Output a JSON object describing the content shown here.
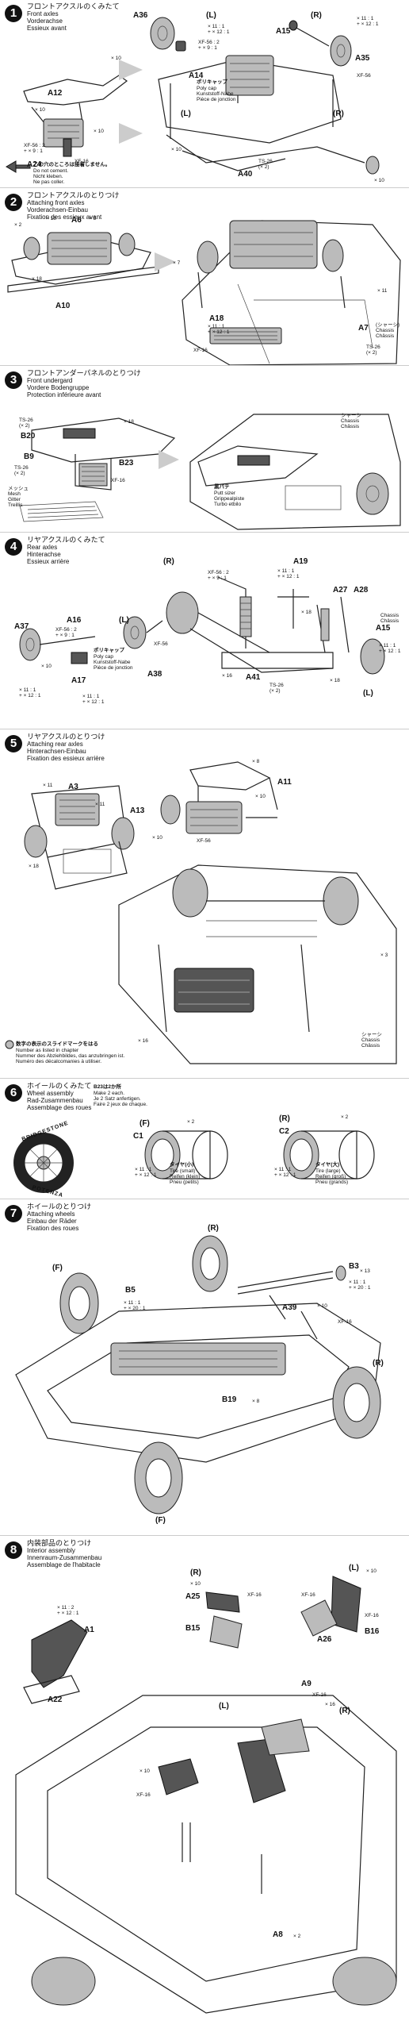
{
  "steps": [
    {
      "num": "1",
      "jp": "フロントアクスルのくみたて",
      "en": "Front axles",
      "de": "Vorderachse",
      "fr": "Essieux avant",
      "parts": [
        "A36",
        "A15",
        "A35",
        "A14",
        "A12",
        "A24",
        "A40"
      ],
      "sides": [
        "(L)",
        "(R)",
        "(L)",
        "(R)"
      ],
      "notes": {
        "cap_jp": "ポリキャップ",
        "cap": "Poly cap\nKunststoff-Nabe\nPièce de jonction",
        "s1": "× 11 : 1\n+ × 12 : 1",
        "s2": "XF-56 : 2\n+ × 9 : 1",
        "s3": "× 10",
        "s4": "XF-16",
        "s5": "XF-56 : 2\n+ × 9 : 1",
        "s6": "× 10",
        "s7": "× 10",
        "s8": "× 11 : 1\n+ × 12 : 1",
        "s9": "XF-56",
        "s10": "TS-26\n(× 2)",
        "s11": "× 10",
        "s12": "× 10"
      },
      "warn_jp": "この穴のところは接着しません。",
      "warn": "Do not cement.\nNicht kleben.\nNe pas coller."
    },
    {
      "num": "2",
      "jp": "フロントアクスルのとりつけ",
      "en": "Attaching front axles",
      "de": "Vorderachsen-Einbau",
      "fr": "Fixation des essieux avant",
      "parts": [
        "A6",
        "A10",
        "A18",
        "A7"
      ],
      "notes": {
        "s1": "× 2",
        "s2": "× 18",
        "s3": "× 5",
        "s4": "× 18",
        "s5": "× 7",
        "s6": "× 11",
        "s7": "× 11 : 1\n+ × 12 : 1",
        "s8": "XF-16",
        "chassis": "(シャーシ)\nChassis\nChâssis",
        "s9": "TS-26\n(× 2)"
      }
    },
    {
      "num": "3",
      "jp": "フロントアンダーパネルのとりつけ",
      "en": "Front undergard",
      "de": "Vordere Bodengruppe",
      "fr": "Protection inférieure avant",
      "parts": [
        "B20",
        "B9",
        "B23"
      ],
      "notes": {
        "chassis": "シャーシ\nChassis\nChâssis",
        "s1": "× 18",
        "s2": "TS-26\n(× 2)",
        "s3": "TS-26\n(× 2)",
        "s4": "XF-16",
        "mesh": "メッシュ\nMesh\nGitter\nTreillis",
        "putty_jp": "黒パテ",
        "putty": "Putt sizer\nGrippealpiste\nTurbo etbilo"
      }
    },
    {
      "num": "4",
      "jp": "リヤアクスルのくみたて",
      "en": "Rear axles",
      "de": "Hinterachse",
      "fr": "Essieux arrière",
      "parts": [
        "A19",
        "A27",
        "A28",
        "A16",
        "A37",
        "A15",
        "A17",
        "A38",
        "A41"
      ],
      "sides": [
        "(R)",
        "(L)",
        "(L)"
      ],
      "notes": {
        "cap_jp": "ポリキャップ",
        "cap": "Poly cap\nKunststoff-Nabe\nPièce de jonction",
        "s1": "XF-56 : 2\n+ × 9 : 1",
        "s2": "× 11 : 1\n+ × 12 : 1",
        "s3": "XF-56 : 2\n+ × 9 : 1",
        "s4": "× 10",
        "s5": "XF-56",
        "s6": "× 11 : 1\n+ × 12 : 1",
        "s7": "× 11 : 1\n+ × 12 : 1",
        "s8": "× 18",
        "s9": "× 16",
        "s10": "TS-26\n(× 2)",
        "s11": "× 18",
        "s12": "× 11 : 1\n+ × 12 : 1",
        "s13": "Chassis\nChâssis"
      }
    },
    {
      "num": "5",
      "jp": "リヤアクスルのとりつけ",
      "en": "Attaching rear axles",
      "de": "Hinterachsen-Einbau",
      "fr": "Fixation des essieux arrière",
      "parts": [
        "A11",
        "A13",
        "A3"
      ],
      "notes": {
        "s1": "× 8",
        "s2": "× 10",
        "s3": "× 11",
        "s4": "× 11",
        "s5": "XF-56",
        "s6": "× 10",
        "s7": "× 18",
        "s8": "× 16",
        "s9": "× 3",
        "chassis": "シャーシ\nChassis\nChâssis",
        "sticker_jp": "数字の表示のスライドマークをはる",
        "sticker": "Number as listed in chapter\nNummer des Abziehbildes, das anzubringen ist.\nNuméro des décalcomanies à utiliser."
      }
    },
    {
      "num": "6",
      "jp": "ホイールのくみたて",
      "en": "Wheel assembly",
      "de": "Rad-Zusammenbau",
      "fr": "Assemblage des roues",
      "parts": [
        "C1",
        "C2"
      ],
      "sides": [
        "(F)",
        "(R)"
      ],
      "notes": {
        "make_jp": "B23は2か所",
        "make": "Make 2 each.\nJe 2 Satz anfertigen.\nFaire 2 jeux de chaque.",
        "s1": "× 2",
        "s2": "× 2",
        "s3": "× 11 : 1\n+ × 12 : 1",
        "s4": "× 11 : 1\n+ × 12 : 1",
        "tire_jp": "タイヤ(小)",
        "tire_s": "Tire (small)\nReifen (klein)\nPneu (petits)",
        "tire2_jp": "タイヤ(大)",
        "tire_l": "Tire (large)\nReifen (groß)\nPneu (grands)",
        "brand": "BRIDGESTONE",
        "brand2": "POTENZA"
      }
    },
    {
      "num": "7",
      "jp": "ホイールのとりつけ",
      "en": "Attaching wheels",
      "de": "Einbau der Räder",
      "fr": "Fixation des roues",
      "parts": [
        "B3",
        "B5",
        "A39",
        "B19"
      ],
      "sides": [
        "(F)",
        "(R)",
        "(R)",
        "(F)"
      ],
      "notes": {
        "s1": "× 13",
        "s2": "× 11 : 1\n+ × 20 : 1",
        "s3": "× 10",
        "s4": "XF-16",
        "s5": "× 11 : 1\n+ × 20 : 1",
        "s6": "× 8"
      }
    },
    {
      "num": "8",
      "jp": "内装部品のとりつけ",
      "en": "Interior assembly",
      "de": "Innenraum-Zusammenbau",
      "fr": "Assemblage de l'habitacle",
      "parts": [
        "A1",
        "A22",
        "A25",
        "B15",
        "A26",
        "B16",
        "A9",
        "A8"
      ],
      "sides": [
        "(R)",
        "(L)",
        "(L)",
        "(R)"
      ],
      "notes": {
        "s1": "× 11 : 2\n+ × 12 : 1",
        "s2": "× 10",
        "s3": "XF-16",
        "s4": "× 10",
        "s5": "XF-16",
        "s6": "XF-16",
        "s7": "× 10",
        "s8": "XF-16",
        "s9": "× 16",
        "s10": "XF-16",
        "s11": "× 2"
      }
    }
  ]
}
